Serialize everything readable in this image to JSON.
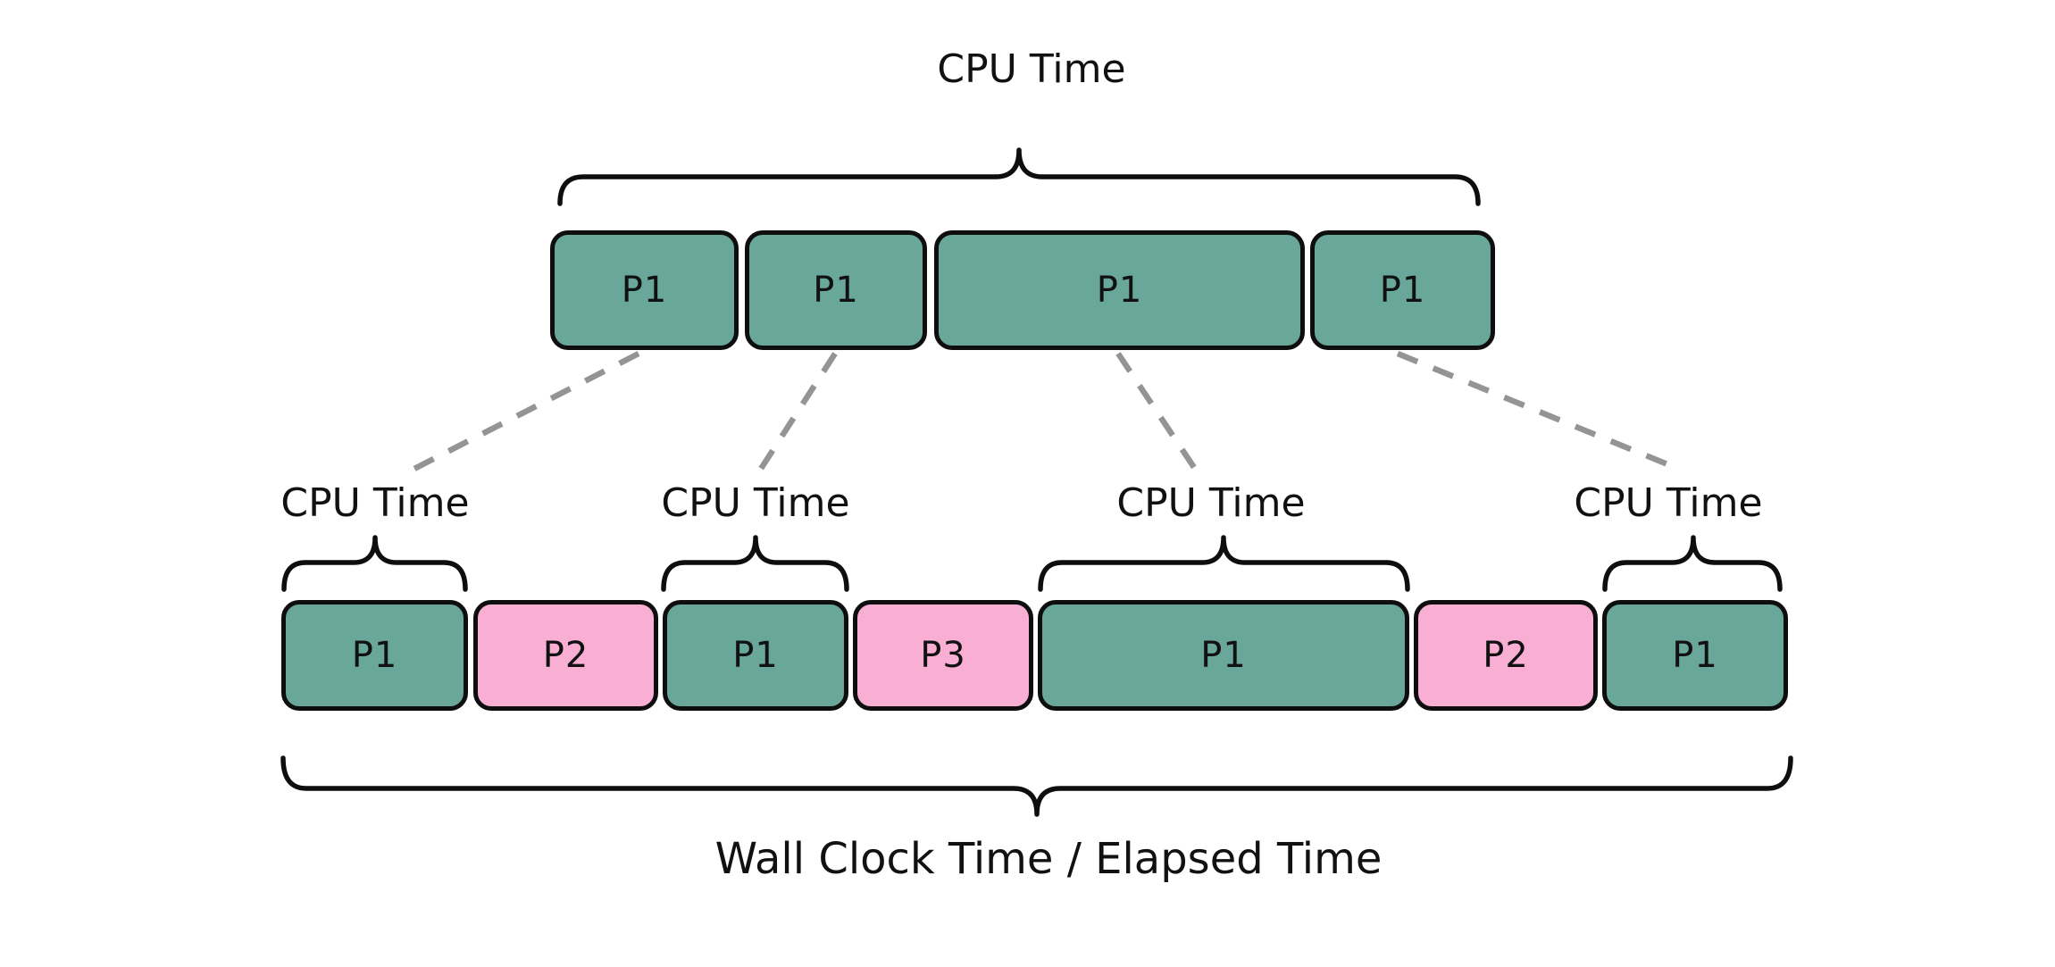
{
  "colors": {
    "background": "#ffffff",
    "green": "#68a79a",
    "pink": "#f9afd3",
    "stroke": "#0e0e0e",
    "connector": "#949494",
    "text": "#111111"
  },
  "top": {
    "brace_label": "CPU Time",
    "blocks": [
      {
        "label": "P1"
      },
      {
        "label": "P1"
      },
      {
        "label": "P1"
      },
      {
        "label": "P1"
      }
    ]
  },
  "bottom": {
    "cpu_time_labels": [
      "CPU Time",
      "CPU Time",
      "CPU Time",
      "CPU Time"
    ],
    "blocks": [
      {
        "label": "P1",
        "process": "P1"
      },
      {
        "label": "P2",
        "process": "P2"
      },
      {
        "label": "P1",
        "process": "P1"
      },
      {
        "label": "P3",
        "process": "P3"
      },
      {
        "label": "P1",
        "process": "P1"
      },
      {
        "label": "P2",
        "process": "P2"
      },
      {
        "label": "P1",
        "process": "P1"
      }
    ],
    "wall_clock_label": "Wall Clock Time / Elapsed Time"
  }
}
